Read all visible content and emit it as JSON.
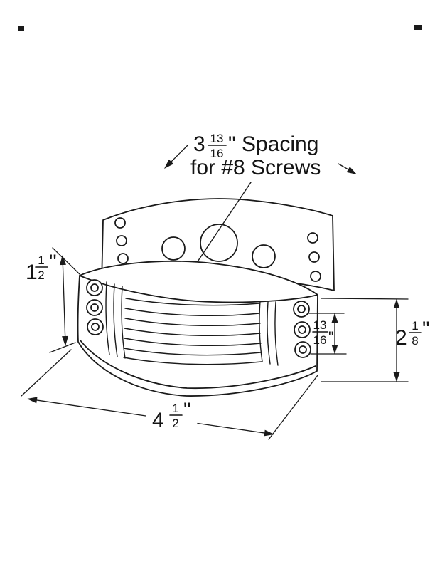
{
  "drawing": {
    "description": "Technical line drawing of a horn/coil bracket assembly with dimension callouts",
    "ink_color": "#1a1a1a",
    "background_color": "#ffffff"
  },
  "labels": {
    "spacing": {
      "whole": "3",
      "num": "13",
      "den": "16",
      "suffix": "\" Spacing",
      "line2": "for #8 Screws"
    },
    "left_height": {
      "whole": "1",
      "num": "1",
      "den": "2",
      "quote": "\""
    },
    "grommet_pitch": {
      "num": "13",
      "den": "16",
      "quote": "\""
    },
    "body_height": {
      "whole": "2",
      "num": "1",
      "den": "8",
      "quote": "\""
    },
    "body_width": {
      "whole": "4",
      "num": "1",
      "den": "2",
      "quote": "\""
    }
  }
}
